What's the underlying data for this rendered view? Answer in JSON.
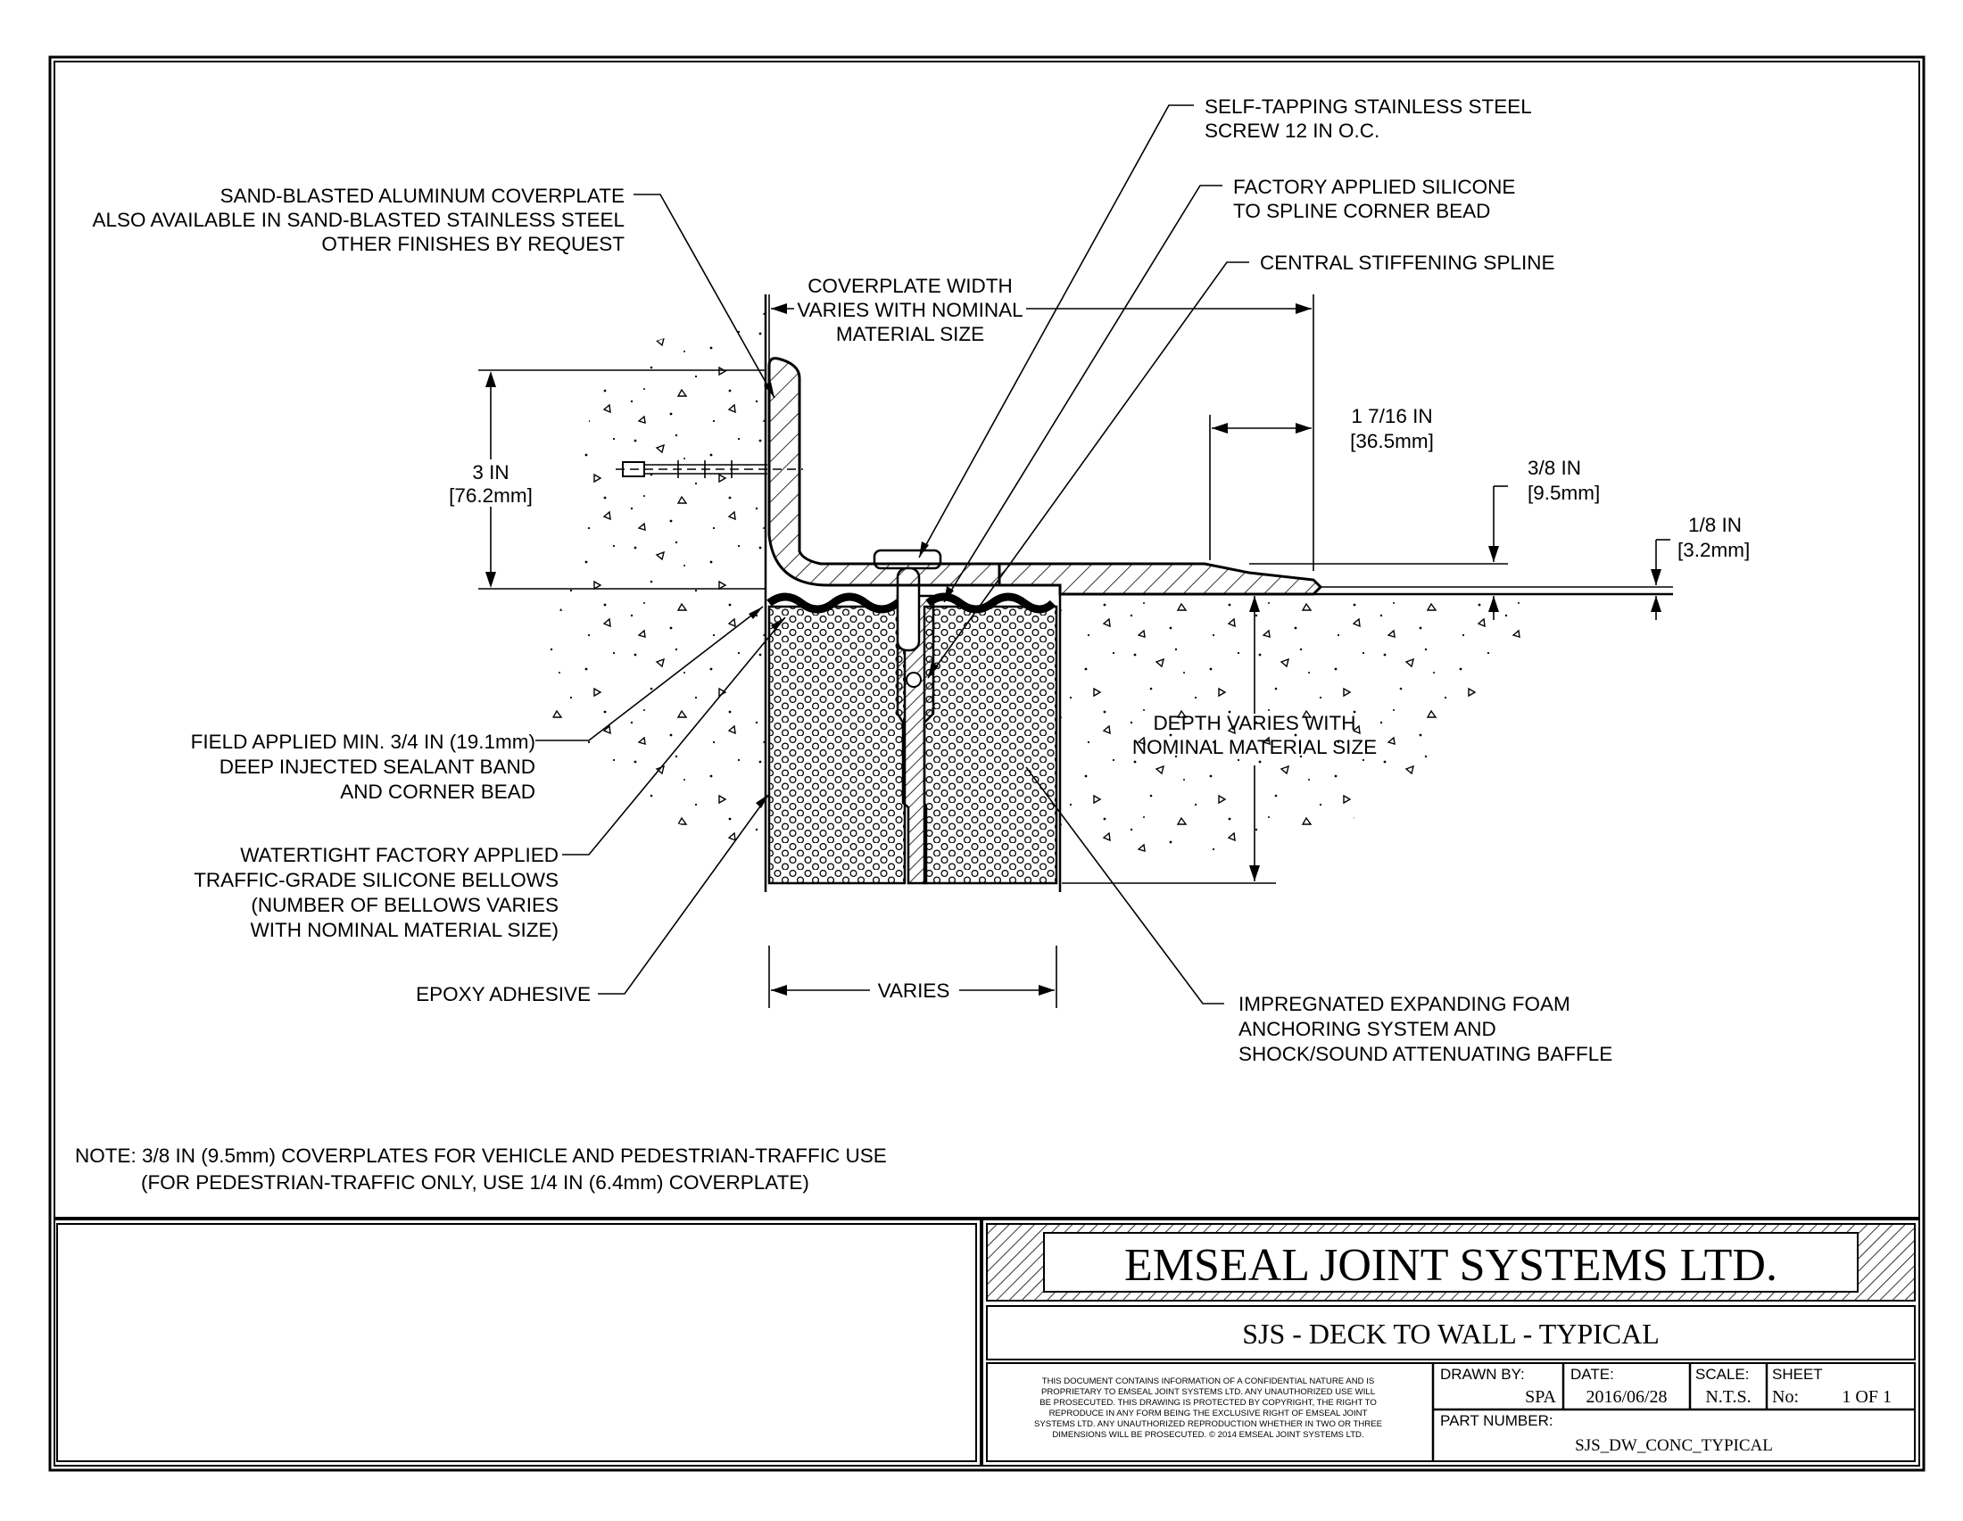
{
  "labels": {
    "coverplate": [
      "SAND-BLASTED ALUMINUM COVERPLATE",
      "ALSO AVAILABLE IN SAND-BLASTED STAINLESS STEEL",
      "OTHER FINISHES BY REQUEST"
    ],
    "screw": [
      "SELF-TAPPING STAINLESS STEEL",
      "SCREW 12 IN O.C."
    ],
    "silicone_bead": [
      "FACTORY APPLIED SILICONE",
      "TO SPLINE CORNER BEAD"
    ],
    "spline": [
      "CENTRAL STIFFENING SPLINE"
    ],
    "coverplate_width": [
      "COVERPLATE WIDTH",
      "VARIES WITH NOMINAL",
      "MATERIAL SIZE"
    ],
    "field_sealant": [
      "FIELD APPLIED MIN. 3/4 IN (19.1mm)",
      "DEEP INJECTED SEALANT BAND",
      "AND CORNER BEAD"
    ],
    "bellows": [
      "WATERTIGHT FACTORY APPLIED",
      "TRAFFIC-GRADE SILICONE BELLOWS",
      "(NUMBER OF BELLOWS VARIES",
      "WITH NOMINAL MATERIAL SIZE)"
    ],
    "epoxy": [
      "EPOXY ADHESIVE"
    ],
    "foam": [
      "IMPREGNATED EXPANDING FOAM",
      "ANCHORING SYSTEM AND",
      "SHOCK/SOUND ATTENUATING BAFFLE"
    ],
    "depth": [
      "DEPTH VARIES WITH",
      "NOMINAL MATERIAL SIZE"
    ]
  },
  "dimensions": {
    "wall_height": [
      "3 IN",
      "[76.2mm]"
    ],
    "edge_width": [
      "1 7/16 IN",
      "[36.5mm]"
    ],
    "plate_thickness": [
      "3/8 IN",
      "[9.5mm]"
    ],
    "edge_thickness": [
      "1/8 IN",
      "[3.2mm]"
    ],
    "joint_width": "VARIES"
  },
  "note": [
    "NOTE: 3/8 IN (9.5mm) COVERPLATES FOR VEHICLE AND PEDESTRIAN-TRAFFIC USE",
    "(FOR PEDESTRIAN-TRAFFIC ONLY, USE 1/4 IN (6.4mm) COVERPLATE)"
  ],
  "title_block": {
    "company": "EMSEAL JOINT SYSTEMS LTD.",
    "title": "SJS - DECK TO WALL - TYPICAL",
    "disclaimer": [
      "THIS DOCUMENT CONTAINS INFORMATION OF A CONFIDENTIAL NATURE AND IS",
      "PROPRIETARY TO EMSEAL JOINT SYSTEMS LTD. ANY UNAUTHORIZED USE WILL",
      "BE PROSECUTED. THIS DRAWING IS PROTECTED BY COPYRIGHT, THE RIGHT TO",
      "REPRODUCE IN ANY FORM BEING THE EXCLUSIVE RIGHT OF EMSEAL JOINT",
      "SYSTEMS LTD. ANY UNAUTHORIZED REPRODUCTION WHETHER IN TWO OR THREE",
      "DIMENSIONS WILL BE PROSECUTED. © 2014 EMSEAL JOINT SYSTEMS LTD."
    ],
    "drawn_by_label": "DRAWN BY:",
    "drawn_by": "SPA",
    "date_label": "DATE:",
    "date": "2016/06/28",
    "scale_label": "SCALE:",
    "scale": "N.T.S.",
    "sheet_label": "SHEET",
    "sheet_no_label": "No:",
    "sheet_no": "1 OF 1",
    "part_number_label": "PART NUMBER:",
    "part_number": "SJS_DW_CONC_TYPICAL"
  }
}
